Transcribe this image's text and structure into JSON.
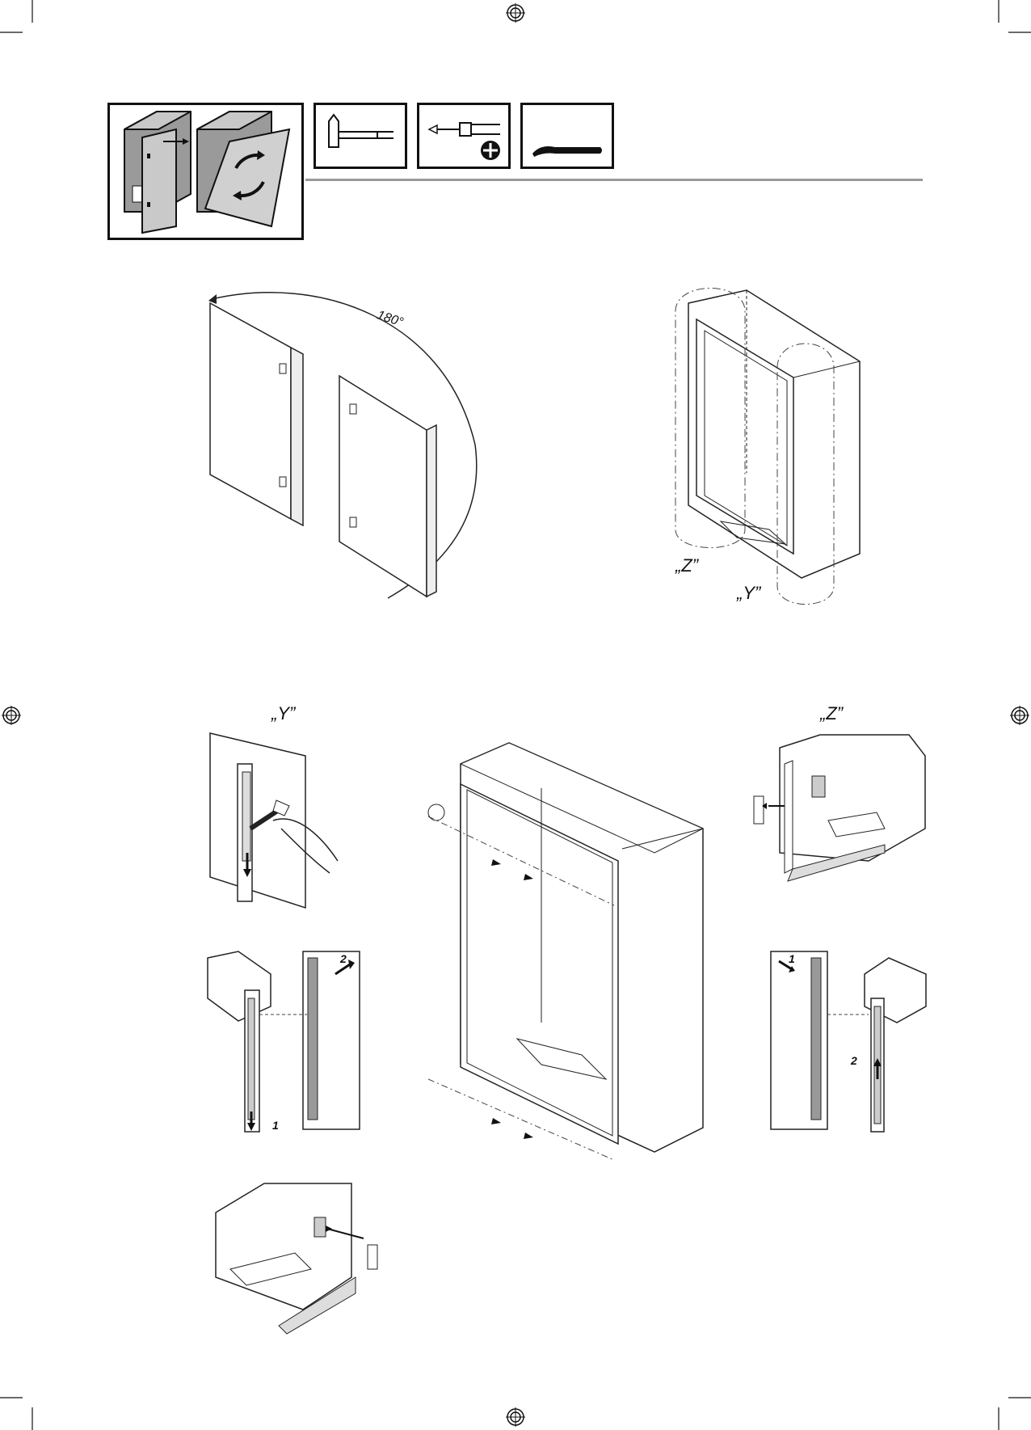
{
  "header": {
    "title_icon": "door-hinge-reversal-icon",
    "tools": [
      {
        "icon": "hammer-icon"
      },
      {
        "icon": "phillips-screwdriver-icon"
      },
      {
        "icon": "pry-bar-icon"
      }
    ]
  },
  "steps": {
    "rotation_label": "180°",
    "label_z_top": "„Z”",
    "label_y_top": "„Y”",
    "label_y_detail": "„Y”",
    "label_z_detail": "„Z”"
  },
  "detail_numbers": {
    "y_step1": "1",
    "y_step2": "2",
    "z_step1": "1",
    "z_step2": "2"
  },
  "colors": {
    "line": "#222222",
    "rule": "#9a9a9a",
    "panel_fill": "#bdbdbd",
    "panel_dark": "#8c8c8c"
  }
}
